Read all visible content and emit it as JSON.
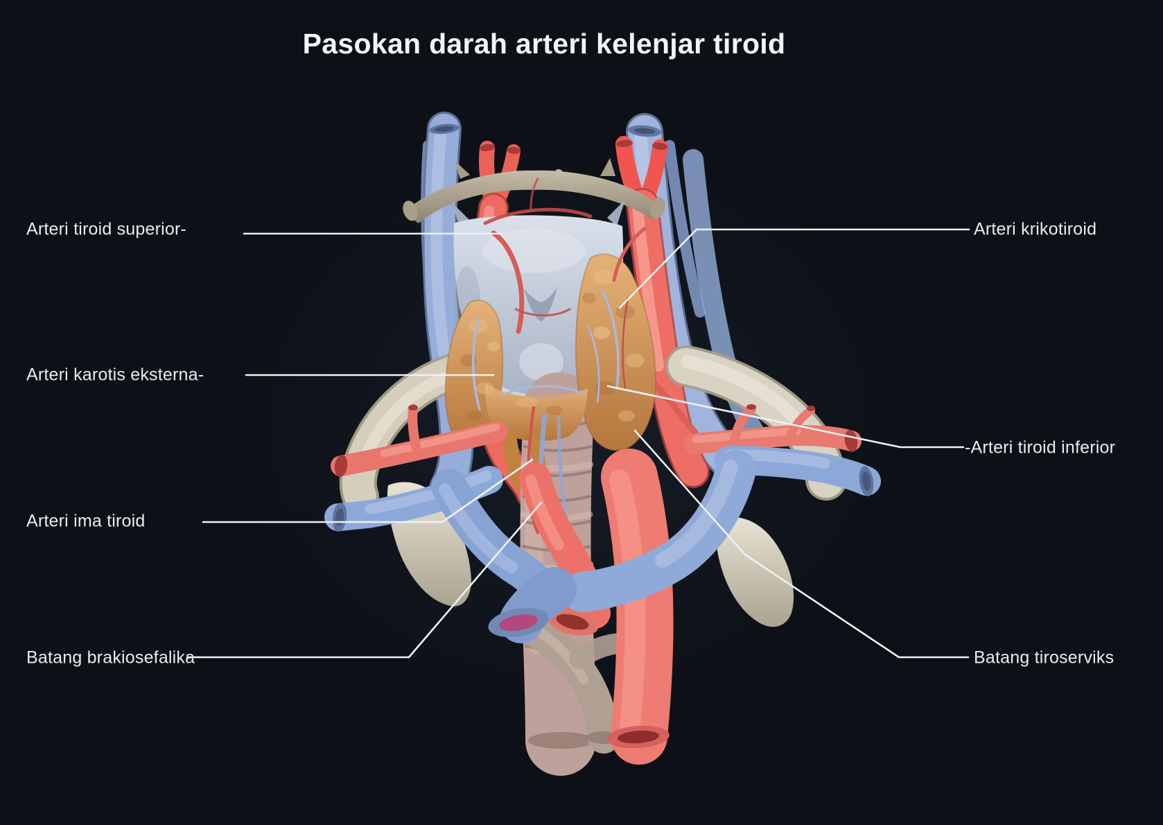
{
  "title": "Pasokan darah arteri kelenjar tiroid",
  "labels": {
    "tiroid_superior": "Arteri tiroid superior-",
    "karotis_eksterna": "Arteri karotis eksterna-",
    "ima_tiroid": "Arteri ima tiroid",
    "brakiosefalika": "Batang brakiosefalika",
    "krikotiroid": "Arteri krikotiroid",
    "tiroid_inferior": "-Arteri tiroid inferior",
    "tiroserviks": "Batang tiroserviks"
  },
  "colors": {
    "background": "#0d1117",
    "title_text": "#f3f5f7",
    "label_text": "#e9ecef",
    "leader_line": "#eef1f4",
    "artery_red": "#ee6a63",
    "vein_blue": "#97add9",
    "bone_cream": "#d8d2c2",
    "hyoid_taupe": "#b3aa96",
    "cartilage_gray": "#c6cfdc",
    "gland_orange": "#d69a60",
    "trachea_pink": "#bfa19b"
  }
}
